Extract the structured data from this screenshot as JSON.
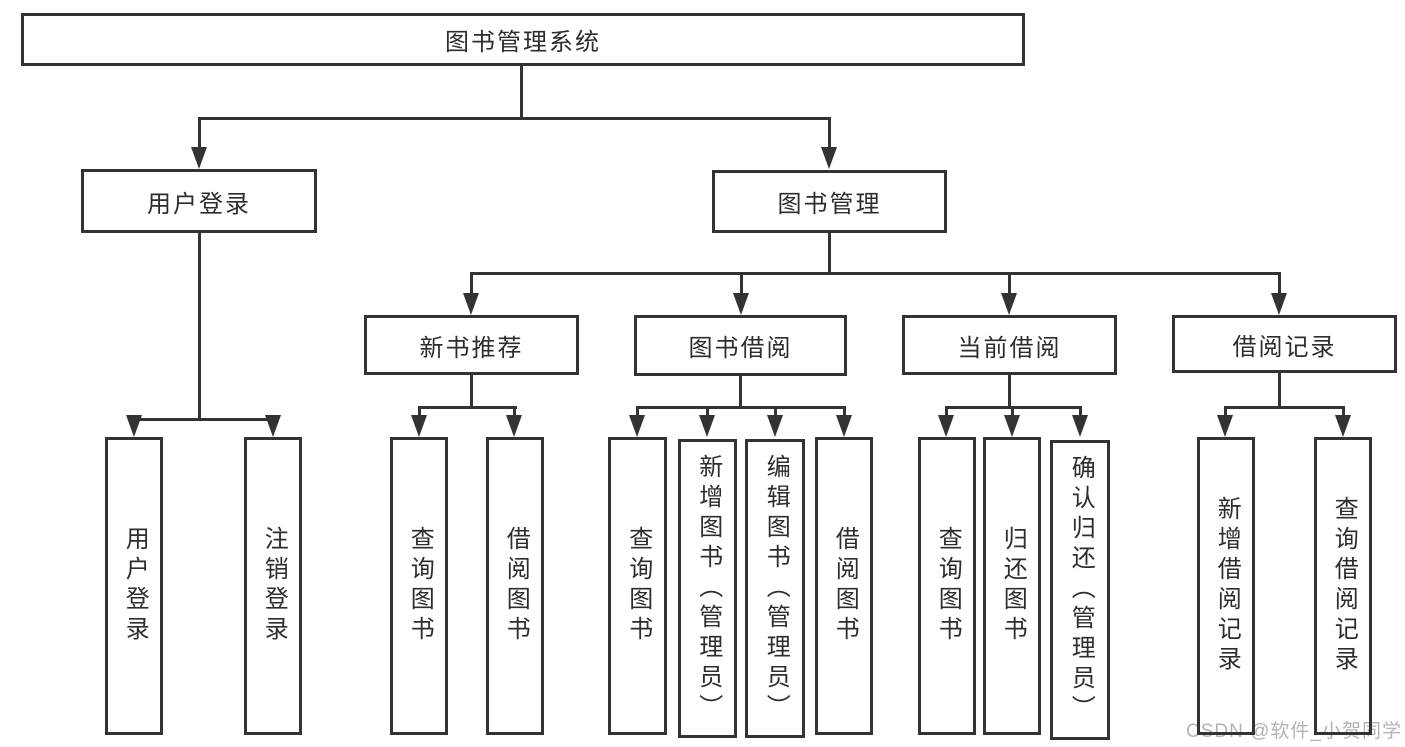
{
  "colors": {
    "line": "#333333",
    "text": "#2d2d2d",
    "watermark": "#b3b3b3",
    "background": "#ffffff"
  },
  "nodes": {
    "root": {
      "label": "图书管理系统"
    },
    "branches": [
      {
        "label": "用户登录"
      },
      {
        "label": "图书管理"
      }
    ],
    "modules": [
      {
        "label": "新书推荐"
      },
      {
        "label": "图书借阅"
      },
      {
        "label": "当前借阅"
      },
      {
        "label": "借阅记录"
      }
    ],
    "leaves": [
      {
        "label": "用户登录"
      },
      {
        "label": "注销登录"
      },
      {
        "label": "查询图书"
      },
      {
        "label": "借阅图书"
      },
      {
        "label": "查询图书"
      },
      {
        "label": "新增图书（管理员）"
      },
      {
        "label": "编辑图书（管理员）"
      },
      {
        "label": "借阅图书"
      },
      {
        "label": "查询图书"
      },
      {
        "label": "归还图书"
      },
      {
        "label": "确认归还（管理员）"
      },
      {
        "label": "新增借阅记录"
      },
      {
        "label": "查询借阅记录"
      }
    ]
  },
  "watermark": {
    "text": "CSDN @软件_小贺同学"
  }
}
